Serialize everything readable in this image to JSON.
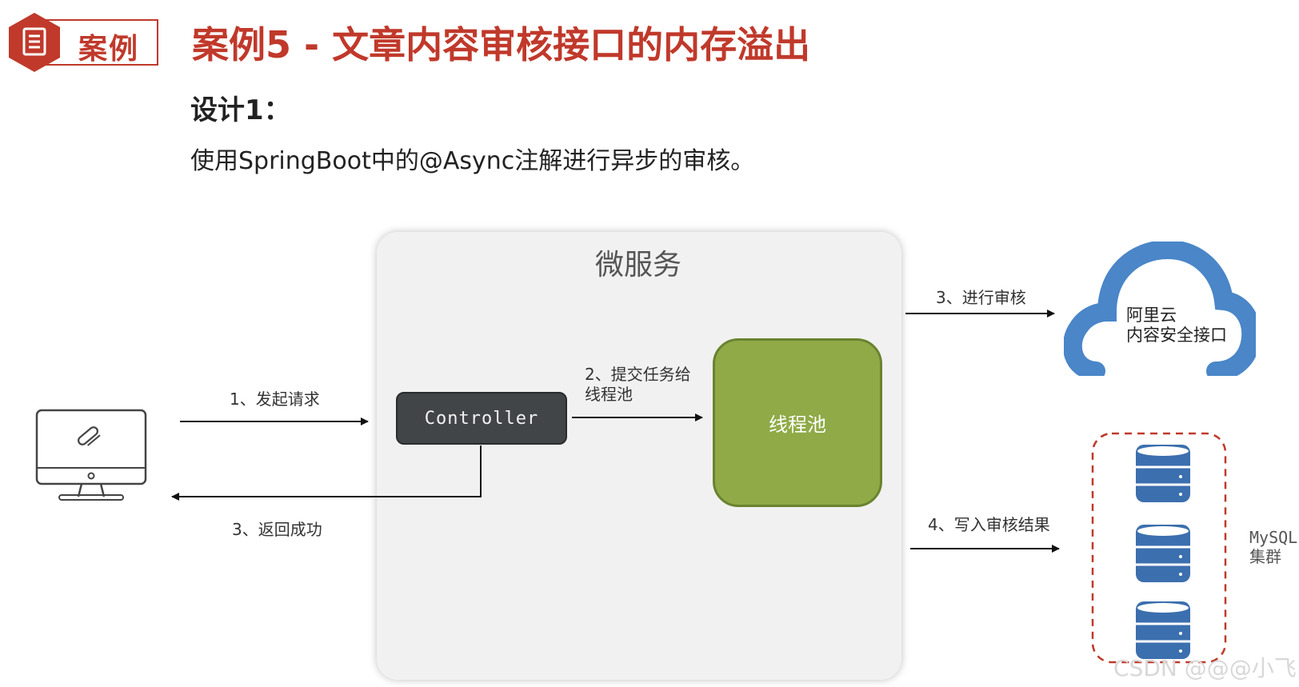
{
  "header": {
    "badge_label": "案例",
    "title": "案例5 - 文章内容审核接口的内存溢出",
    "subtitle": "设计1：",
    "description": "使用SpringBoot中的@Async注解进行异步的审核。"
  },
  "diagram": {
    "panel_title": "微服务",
    "controller_label": "Controller",
    "thread_pool_label": "线程池",
    "cloud_label_line1": "阿里云",
    "cloud_label_line2": "内容安全接口",
    "db_label_line1": "MySQL",
    "db_label_line2": "集群",
    "arrows": {
      "request": "1、发起请求",
      "return_success": "3、返回成功",
      "submit_line1": "2、提交任务给",
      "submit_line2": "线程池",
      "audit": "3、进行审核",
      "write_result": "4、写入审核结果"
    }
  },
  "watermark": "CSDN @@@小飞",
  "colors": {
    "accent_red": "#c0392b",
    "controller_bg": "#424547",
    "thread_pool_green": "#8faa47",
    "cloud_blue": "#4a86c8",
    "db_blue": "#3c6fae"
  }
}
